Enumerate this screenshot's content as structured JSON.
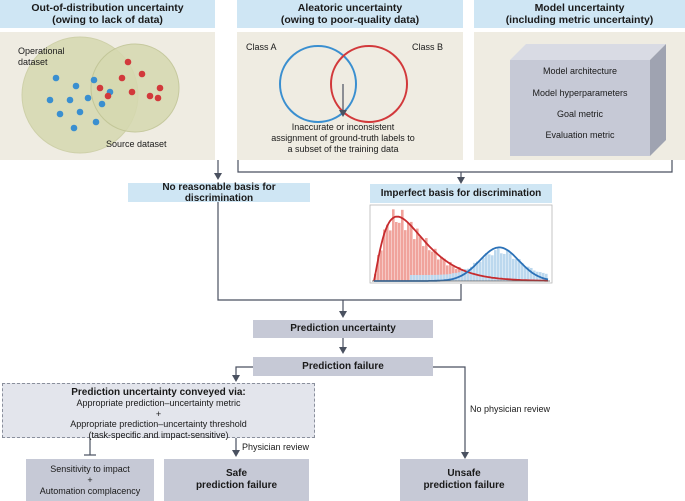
{
  "headers": {
    "ood": {
      "line1": "Out-of-distribution uncertainty",
      "line2": "(owing to lack of data)"
    },
    "aleatoric": {
      "line1": "Aleatoric uncertainty",
      "line2": "(owing to poor-quality data)"
    },
    "model": {
      "line1": "Model uncertainty",
      "line2": "(including metric uncertainty)"
    }
  },
  "ood_panel": {
    "operational_label": "Operational dataset",
    "source_label": "Source dataset"
  },
  "aleatoric_panel": {
    "class_a": "Class A",
    "class_b": "Class B",
    "note": "Inaccurate or inconsistent assignment of ground-truth labels to a subset of the training data"
  },
  "model_panel": {
    "items": [
      "Model architecture",
      "Model hyperparameters",
      "Goal metric",
      "Evaluation metric"
    ]
  },
  "discrimination": {
    "none": "No reasonable basis for discrimination",
    "imperfect": "Imperfect basis for discrimination"
  },
  "flow": {
    "prediction_uncertainty": "Prediction uncertainty",
    "prediction_failure": "Prediction failure",
    "conveyed_title": "Prediction uncertainty conveyed via:",
    "conveyed_line1": "Appropriate prediction–uncertainty metric",
    "plus": "+",
    "conveyed_line2": "Appropriate prediction–uncertainty threshold",
    "conveyed_line3": "(task-specific and impact-sensitive)",
    "sensitivity": "Sensitivity to impact",
    "automation": "Automation complacency",
    "physician_review": "Physician review",
    "no_physician_review": "No physician review",
    "safe_line1": "Safe",
    "safe_line2": "prediction failure",
    "unsafe_line1": "Unsafe",
    "unsafe_line2": "prediction failure"
  },
  "colors": {
    "header_blue": "#cfe6f4",
    "panel_beige": "#efece2",
    "box_gray": "#c6c9d6",
    "class_blue": "#3a8fd0",
    "class_red": "#d2393b",
    "line_gray": "#4a5160"
  }
}
